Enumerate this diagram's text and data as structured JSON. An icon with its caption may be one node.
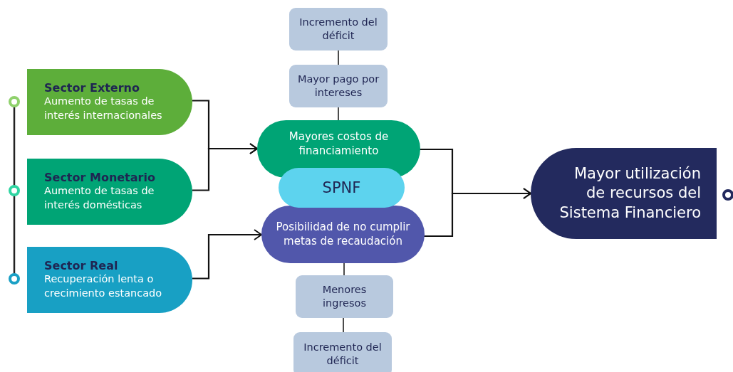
{
  "diagram": {
    "nodes": [
      {
        "text": [
          "Sector Externo",
          "Aumento de tasas de interés internacionales"
        ]
      },
      {
        "text": [
          "Sector Monetario",
          "Aumento de tasas de interés domésticas"
        ]
      },
      {
        "text": [
          "Sector Real",
          "Recuperación lenta o crecimiento estancado"
        ]
      },
      {
        "text": [
          "Incremento del déficit"
        ]
      },
      {
        "text": [
          "Mayor pago por intereses"
        ]
      },
      {
        "text": [
          "Mayores costos de financiamiento"
        ]
      },
      {
        "text": [
          "SPNF"
        ]
      },
      {
        "text": [
          "Posibilidad de no cumplir metas de recaudación"
        ]
      },
      {
        "text": [
          "Menores ingresos"
        ]
      },
      {
        "text": [
          "Incremento del déficit"
        ]
      },
      {
        "text": [
          "Mayor utilización de recursos del Sistema Financiero"
        ]
      }
    ],
    "edges": [
      {
        "from": 0,
        "to": 5,
        "arrow": "to"
      },
      {
        "from": 1,
        "to": 5,
        "arrow": "to"
      },
      {
        "from": 2,
        "to": 7,
        "arrow": "to"
      },
      {
        "from": 3,
        "to": 4,
        "arrow": "none"
      },
      {
        "from": 4,
        "to": 5,
        "arrow": "none"
      },
      {
        "from": 7,
        "to": 8,
        "arrow": "none"
      },
      {
        "from": 8,
        "to": 9,
        "arrow": "none"
      },
      {
        "from": 5,
        "to": 10,
        "arrow": "to"
      },
      {
        "from": 7,
        "to": 10,
        "arrow": "to"
      }
    ]
  }
}
